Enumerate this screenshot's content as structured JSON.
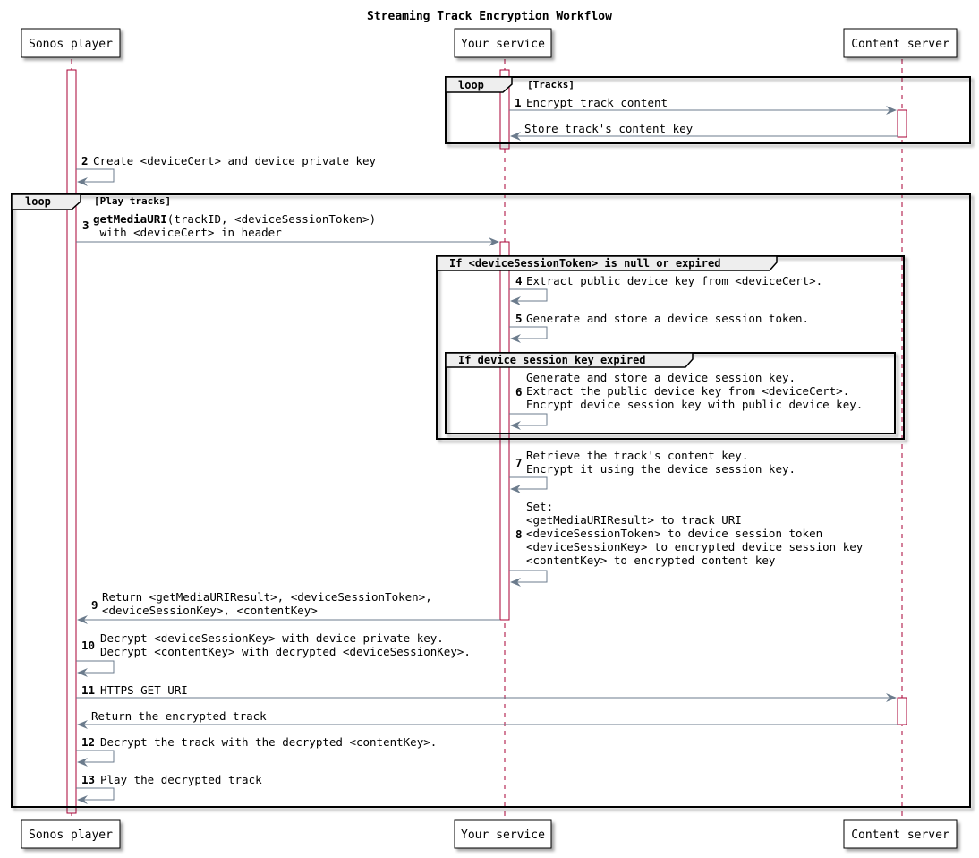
{
  "title": "Streaming Track Encryption Workflow",
  "participants": {
    "player": "Sonos player",
    "service": "Your service",
    "content": "Content server"
  },
  "frames": {
    "loop1": {
      "keyword": "loop",
      "condition": "[Tracks]"
    },
    "loop2": {
      "keyword": "loop",
      "condition": "[Play tracks]"
    },
    "group1": {
      "label": "If <deviceSessionToken> is null or expired"
    },
    "group2": {
      "label": "If device session key expired"
    }
  },
  "messages": {
    "m1": {
      "num": "1",
      "text": "Encrypt track content"
    },
    "m1r": {
      "text": "Store track's content key"
    },
    "m2": {
      "num": "2",
      "text": "Create <deviceCert> and device private key"
    },
    "m3": {
      "num": "3",
      "bold": "getMediaURI",
      "rest": "(trackID, <deviceSessionToken>)",
      "line2": " with <deviceCert> in header"
    },
    "m4": {
      "num": "4",
      "text": "Extract public device key from <deviceCert>."
    },
    "m5": {
      "num": "5",
      "text": "Generate and store a device session token."
    },
    "m6": {
      "num": "6",
      "lines": [
        "Generate and store a device session key.",
        "Extract the public device key from <deviceCert>.",
        "Encrypt device session key with public device key."
      ]
    },
    "m7": {
      "num": "7",
      "lines": [
        "Retrieve the track's content key.",
        "Encrypt it using the device session key."
      ]
    },
    "m8": {
      "num": "8",
      "lines": [
        "Set:",
        "<getMediaURIResult> to track URI",
        "<deviceSessionToken> to device session token",
        "<deviceSessionKey> to encrypted device session key",
        "<contentKey> to encrypted content key"
      ]
    },
    "m9": {
      "num": "9",
      "lines": [
        "Return <getMediaURIResult>, <deviceSessionToken>,",
        "<deviceSessionKey>, <contentKey>"
      ]
    },
    "m10": {
      "num": "10",
      "lines": [
        "Decrypt <deviceSessionKey> with device private key.",
        "Decrypt <contentKey> with decrypted <deviceSessionKey>."
      ]
    },
    "m11": {
      "num": "11",
      "text": "HTTPS GET URI"
    },
    "m11r": {
      "text": "Return the encrypted track"
    },
    "m12": {
      "num": "12",
      "text": "Decrypt the track with the decrypted <contentKey>."
    },
    "m13": {
      "num": "13",
      "text": "Play the decrypted track"
    }
  },
  "colors": {
    "lifeline": "#a80036",
    "arrow": "#6b7b8c",
    "activation": "#ffffff",
    "border": "#000000"
  }
}
